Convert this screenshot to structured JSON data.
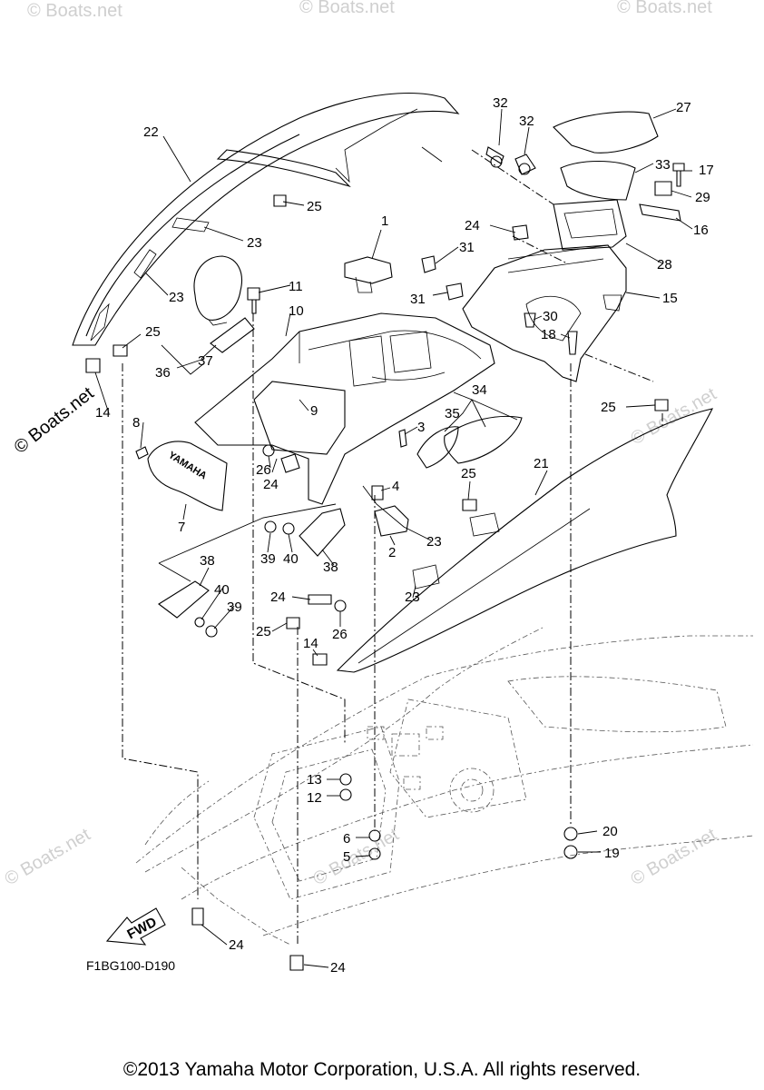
{
  "diagram": {
    "code": "F1BG100-D190",
    "fwd_label": "FWD",
    "brand": "YAMAHA",
    "watermark": "© Boats.net",
    "copyright": "©2013 Yamaha Motor Corporation, U.S.A. All rights reserved.",
    "callouts": [
      "1",
      "2",
      "3",
      "4",
      "5",
      "6",
      "7",
      "8",
      "9",
      "10",
      "11",
      "12",
      "13",
      "14",
      "15",
      "16",
      "17",
      "18",
      "19",
      "20",
      "21",
      "22",
      "23",
      "24",
      "25",
      "26",
      "27",
      "28",
      "29",
      "30",
      "31",
      "32",
      "33",
      "34",
      "35",
      "36",
      "37",
      "38",
      "39",
      "40"
    ]
  }
}
